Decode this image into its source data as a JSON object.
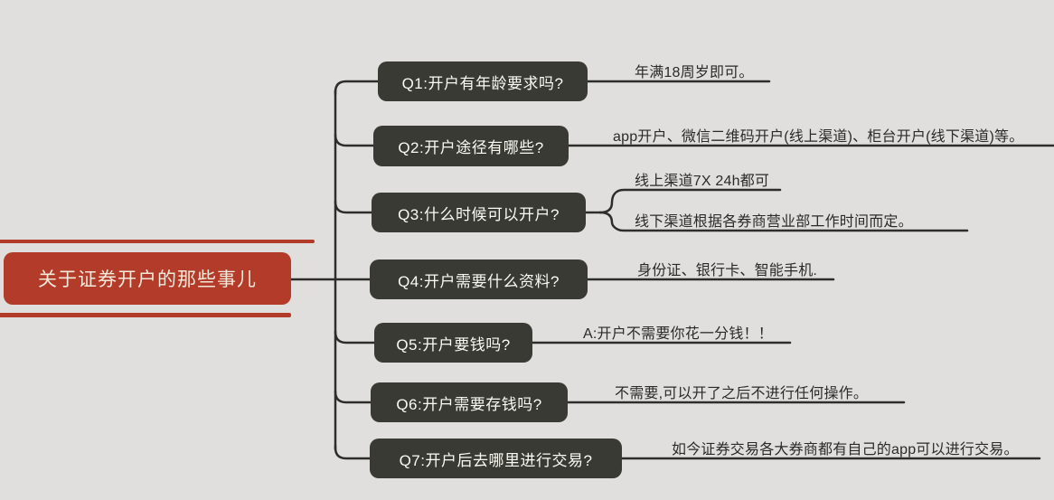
{
  "title": "关于证券开户的那些事儿",
  "root": {
    "label": "关于证券开户的那些事儿"
  },
  "colors": {
    "background": "#e0dfdd",
    "root_node": "#b23b2a",
    "root_text": "#f3e8da",
    "question_node": "#3a3a35",
    "question_text": "#fbfbf4",
    "connector_line": "#2d2d2a",
    "answer_text": "#2a2a28"
  },
  "nodes": [
    {
      "id": "q1",
      "question": "Q1:开户有年龄要求吗?",
      "answers": [
        "年满18周岁即可。"
      ]
    },
    {
      "id": "q2",
      "question": "Q2:开户途径有哪些?",
      "answers": [
        "app开户、微信二维码开户(线上渠道)、柜台开户(线下渠道)等。"
      ]
    },
    {
      "id": "q3",
      "question": "Q3:什么时候可以开户?",
      "answers": [
        "线上渠道7X 24h都可",
        "线下渠道根据各券商营业部工作时间而定。"
      ]
    },
    {
      "id": "q4",
      "question": "Q4:开户需要什么资料?",
      "answers": [
        "身份证、银行卡、智能手机."
      ]
    },
    {
      "id": "q5",
      "question": "Q5:开户要钱吗?",
      "answers": [
        "A:开户不需要你花一分钱！！"
      ]
    },
    {
      "id": "q6",
      "question": "Q6:开户需要存钱吗?",
      "answers": [
        "不需要,可以开了之后不进行任何操作。"
      ]
    },
    {
      "id": "q7",
      "question": "Q7:开户后去哪里进行交易?",
      "answers": [
        "如今证券交易各大券商都有自己的app可以进行交易。"
      ]
    }
  ]
}
